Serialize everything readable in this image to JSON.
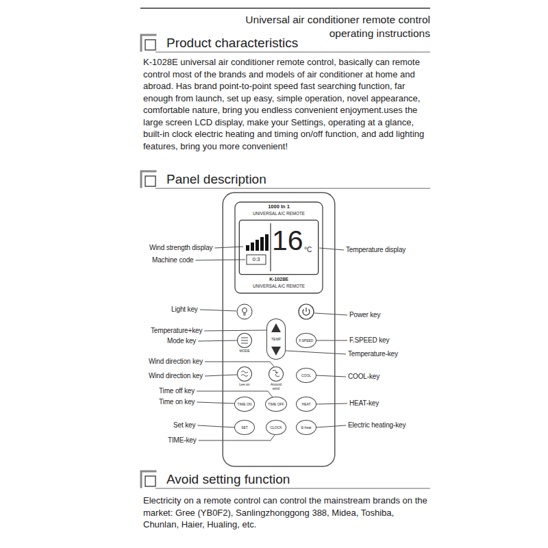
{
  "diagram": {
    "title": "Universal air conditioner remote control operating instructions",
    "nodes": [
      {
        "text": [
          "1000 In 1",
          "UNIVERSAL A/C REMOTE",
          "K-1028E",
          "UNIVERSAL A/C REMOTE"
        ]
      },
      {
        "text": [
          "16",
          "°C",
          "0:3"
        ],
        "in": 0
      },
      {
        "text": [
          "MODE"
        ],
        "in": 0
      },
      {
        "text": [
          "TEMP"
        ],
        "in": 0
      },
      {
        "text": [
          "F.SPEED"
        ],
        "in": 0
      },
      {
        "text": [
          "Lee on"
        ],
        "in": 0
      },
      {
        "text": [
          "Around wind"
        ],
        "in": 0
      },
      {
        "text": [
          "COOL"
        ],
        "in": 0
      },
      {
        "text": [
          "TIME ON"
        ],
        "in": 0
      },
      {
        "text": [
          "TIME OFF"
        ],
        "in": 0
      },
      {
        "text": [
          "HEAT"
        ],
        "in": 0
      },
      {
        "text": [
          "SET"
        ],
        "in": 0
      },
      {
        "text": [
          "CLOCK"
        ],
        "in": 0
      },
      {
        "text": [
          "E-heat"
        ],
        "in": 0
      }
    ],
    "labels": [
      "Product characteristics",
      "K-1028E universal air conditioner remote control, basically can remote control most of the brands and models of air conditioner at home and abroad. Has brand point-to-point speed fast searching function, far enough from launch, set up easy, simple operation, novel appearance, comfortable nature, bring you endless convenient enjoyment.uses the large screen LCD display, make your Settings, operating at a glance, built-in clock electric heating and timing on/off function, and add lighting features, bring you more convenient!",
      "Panel description",
      "Wind strength display",
      "Machine code",
      "Temperature display",
      "Light key",
      "Power key",
      "Temperature+key",
      "Mode key",
      "F.SPEED key",
      "Temperature-key",
      "Wind direction key",
      "Wind direction key",
      "COOL-key",
      "Time off key",
      "Time on key",
      "HEAT-key",
      "Set key",
      "Electric heating-key",
      "TIME-key",
      "Avoid setting function",
      "Electricity on a remote control can control the mainstream brands on the market: Gree (YB0F2), Sanlingzhonggong 388, Midea, Toshiba, Chunlan, Haier, Hualing, etc."
    ]
  }
}
